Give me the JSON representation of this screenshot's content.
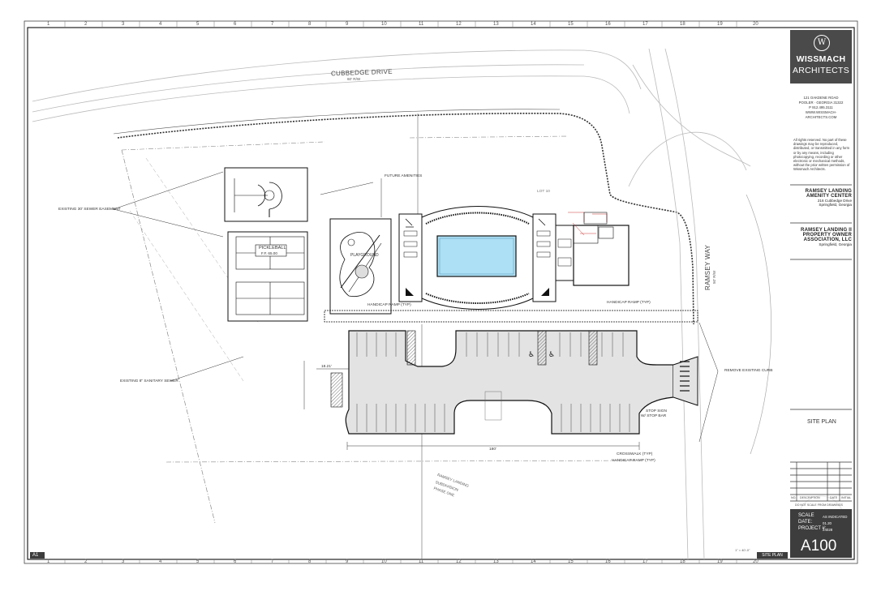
{
  "grid": {
    "columns": [
      "1",
      "2",
      "3",
      "4",
      "5",
      "6",
      "7",
      "8",
      "9",
      "10",
      "11",
      "12",
      "13",
      "14",
      "15",
      "16",
      "17",
      "18",
      "19",
      "20"
    ]
  },
  "firm": {
    "logo_letter": "W",
    "name": "WISSMACH",
    "subtitle": "ARCHITECTS",
    "address_line1": "121 OAKDENE ROAD",
    "address_line2": "POOLER · GEORGIA 31322",
    "address_line3": "P 912.495.3111",
    "address_line4": "WWW.WISSMACH-ARCHITECTS.COM",
    "rights": "All rights reserved. No part of these drawings may be reproduced, distributed, or transmitted in any form or by any means, including photocopying, recording or other electronic or mechanical methods, without the prior written permission of Wissmach Architects."
  },
  "project": {
    "name_line1": "RAMSEY LANDING",
    "name_line2": "AMENITY CENTER",
    "addr_line1": "216 Cubbedge Drive",
    "addr_line2": "Springfield, Georgia",
    "owner_line1": "RAMSEY LANDING II",
    "owner_line2": "PROPERTY OWNER",
    "owner_line3": "ASSOCIATION, LLC",
    "owner_addr": "Springfield, Georgia"
  },
  "sheet": {
    "title": "SITE PLAN",
    "number": "A100",
    "scale_label": "SCALE",
    "scale_value": "AS INDICATED",
    "date_label": "DATE:",
    "date_value": "01.20",
    "project_label": "PROJECT #:",
    "project_value": "24028",
    "rev_col1": "NO.",
    "rev_col2": "DESCRIPTION",
    "rev_col3": "DATE",
    "rev_col4": "INITIAL",
    "do_not_scale": "DO NOT SCALE FROM DRAWINGS",
    "detail_number": "A1",
    "detail_title": "SITE PLAN",
    "detail_scale": "1\" = 40'-0\""
  },
  "plan": {
    "street_cubbedge": "CUBBEDGE DRIVE",
    "street_cubbedge_row": "60' R/W",
    "street_ramsey": "RAMSEY WAY",
    "street_ramsey_row": "50' R/W",
    "existing_sewer_easement": "EXISTING 30' SEWER EASEMENT",
    "existing_sanitary_sewer": "EXISTING 8\" SANITARY SEWER",
    "future_amenities": "FUTURE AMENITIES",
    "pickleball": "PICKLEBALL",
    "pickleball_ff": "F.F. 65.00",
    "playground": "PLAYGROUND",
    "lot_label": "LOT 10",
    "handicap_ramp_left": "HANDICAP RAMP (TYP)",
    "handicap_ramp_right": "HANDICAP RAMP (TYP)",
    "handicap_ramp_bottom": "HANDICAP RAMP (TYP)",
    "remove_curb": "REMOVE EXISTING CURB",
    "stop_sign": "STOP SIGN",
    "stop_bar": "W/ STOP BAR",
    "crosswalk": "CROSSWALK (TYP)",
    "ramsey_landing_sub_1": "RAMSEY LANDING",
    "ramsey_landing_sub_2": "SUBDIVISION",
    "ramsey_landing_sub_3": "PHASE ONE",
    "dim_180": "180'",
    "dim_18": "18.21'"
  }
}
